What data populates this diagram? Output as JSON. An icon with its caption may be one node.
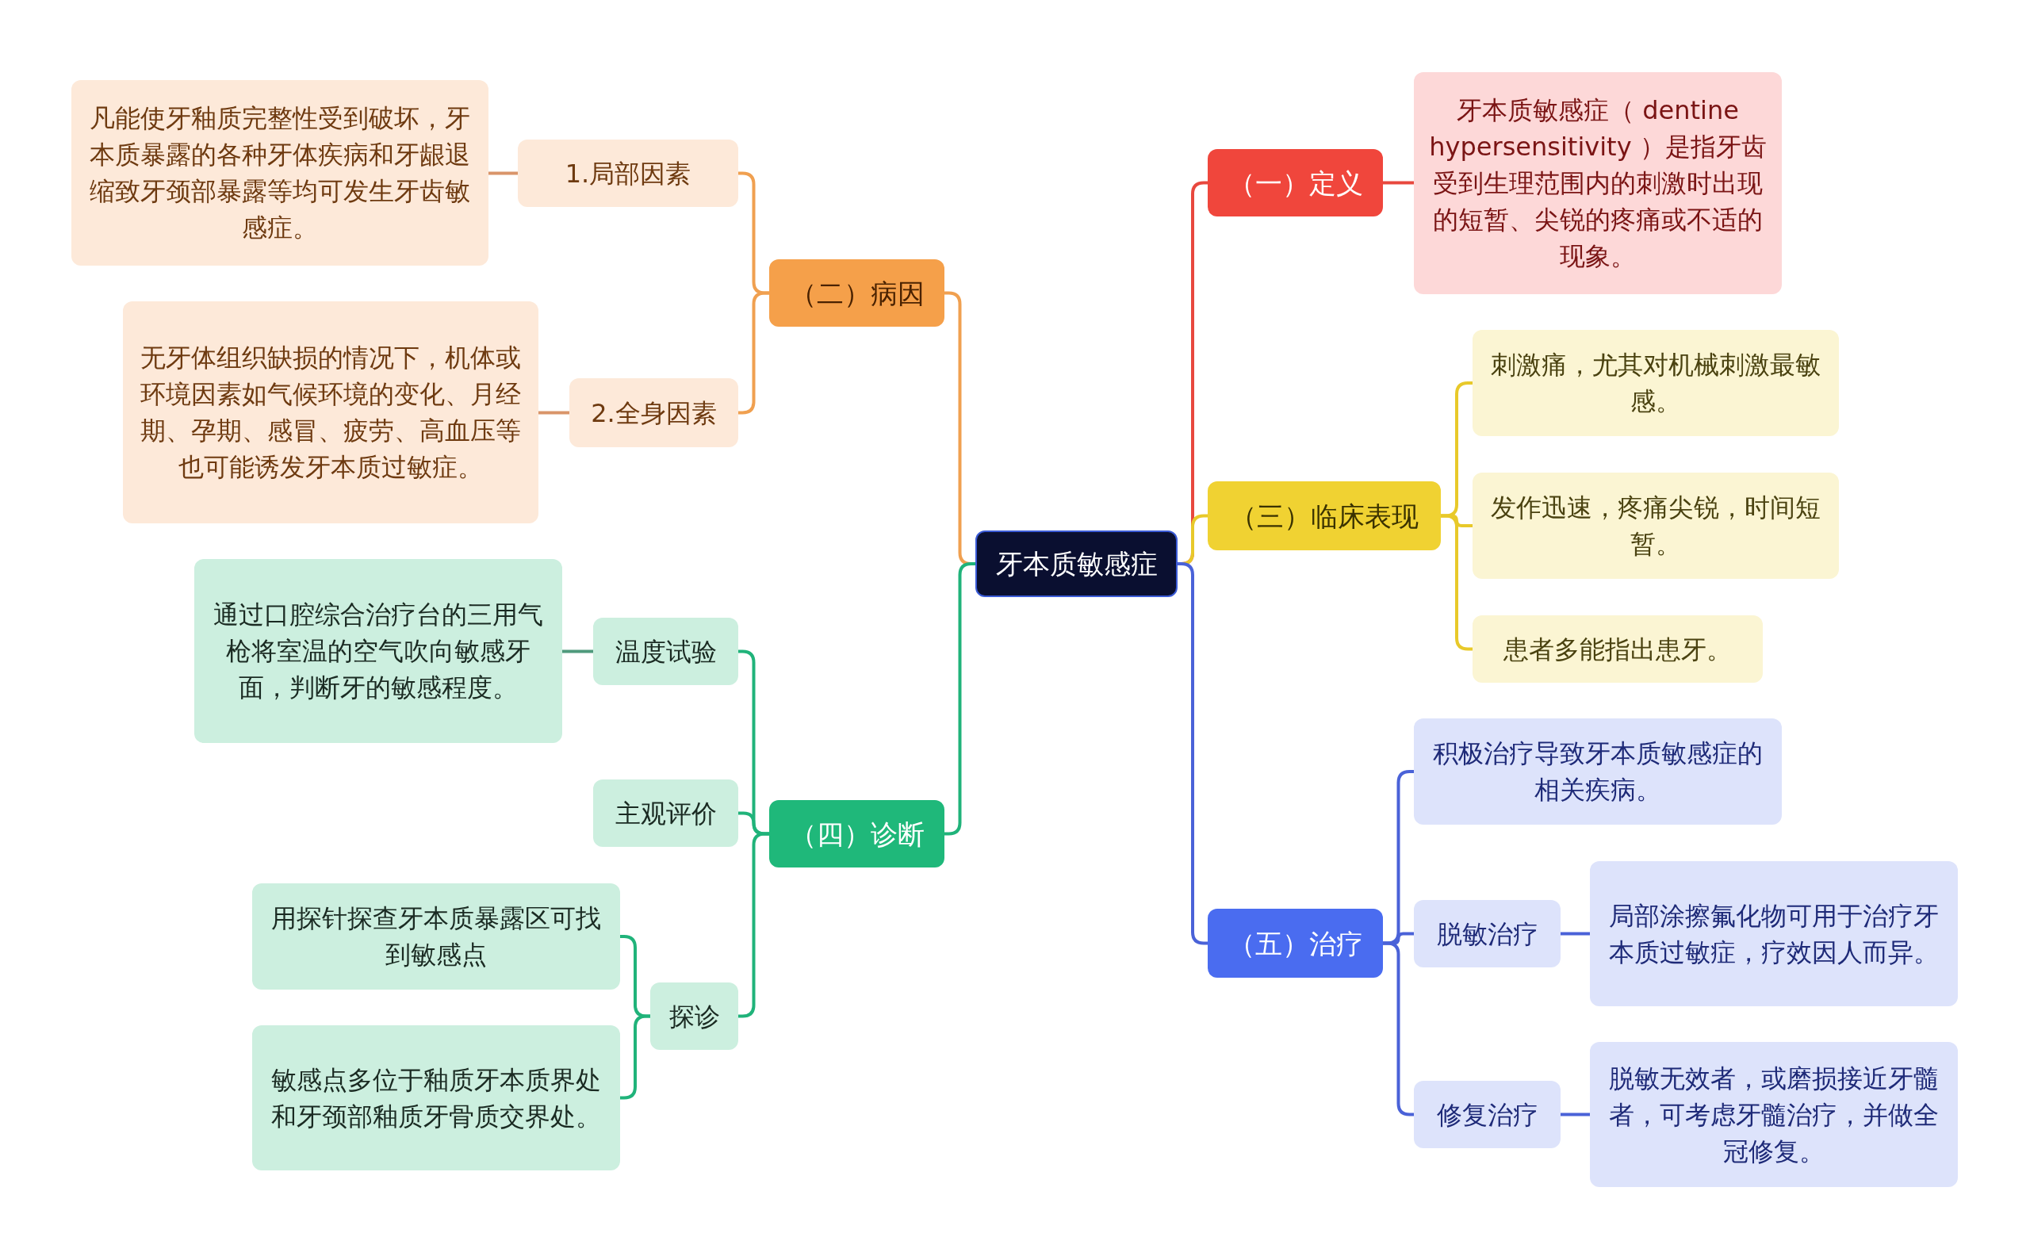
{
  "diagram": {
    "nodes": [
      {
        "text": [
          "牙本质敏感症"
        ]
      },
      {
        "text": [
          "（一）定义"
        ]
      },
      {
        "text": [
          "牙本质敏感症（ dentine hypersensitivity ）是指牙齿受到生理范围内的刺激时出现的短暂、尖锐的疼痛或不适的现象。"
        ]
      },
      {
        "text": [
          "（三）临床表现"
        ]
      },
      {
        "text": [
          "刺激痛，尤其对机械刺激最敏感。"
        ]
      },
      {
        "text": [
          "发作迅速，疼痛尖锐，时间短暂。"
        ]
      },
      {
        "text": [
          "患者多能指出患牙。"
        ]
      },
      {
        "text": [
          "（五）治疗"
        ]
      },
      {
        "text": [
          "积极治疗导致牙本质敏感症的相关疾病。"
        ]
      },
      {
        "text": [
          "脱敏治疗"
        ]
      },
      {
        "text": [
          "局部涂擦氟化物可用于治疗牙本质过敏症，疗效因人而异。"
        ]
      },
      {
        "text": [
          "修复治疗"
        ]
      },
      {
        "text": [
          "脱敏无效者，或磨损接近牙髓者，可考虑牙髓治疗，并做全冠修复。"
        ]
      },
      {
        "text": [
          "（二）病因"
        ]
      },
      {
        "text": [
          "1.局部因素"
        ]
      },
      {
        "text": [
          "凡能使牙釉质完整性受到破坏，牙本质暴露的各种牙体疾病和牙龈退缩致牙颈部暴露等均可发生牙齿敏感症。"
        ]
      },
      {
        "text": [
          "2.全身因素"
        ]
      },
      {
        "text": [
          "无牙体组织缺损的情况下，机体或环境因素如气候环境的变化、月经期、孕期、感冒、疲劳、高血压等也可能诱发牙本质过敏症。"
        ]
      },
      {
        "text": [
          "（四）诊断"
        ]
      },
      {
        "text": [
          "温度试验"
        ]
      },
      {
        "text": [
          "通过口腔综合治疗台的三用气枪将室温的空气吹向敏感牙面，判断牙的敏感程度。"
        ]
      },
      {
        "text": [
          "主观评价"
        ]
      },
      {
        "text": [
          "探诊"
        ]
      },
      {
        "text": [
          "用探针探查牙本质暴露区可找到敏感点"
        ]
      },
      {
        "text": [
          "敏感点多位于釉质牙本质界处和牙颈部釉质牙骨质交界处。"
        ]
      }
    ],
    "edges": [
      {
        "from": 0,
        "to": 1,
        "arrow": "none",
        "color": "#e8483e"
      },
      {
        "from": 1,
        "to": 2,
        "arrow": "none",
        "color": "#e8483e"
      },
      {
        "from": 0,
        "to": 3,
        "arrow": "none",
        "color": "#e8c92a"
      },
      {
        "from": 3,
        "to": 4,
        "arrow": "none",
        "color": "#e8c92a"
      },
      {
        "from": 3,
        "to": 5,
        "arrow": "none",
        "color": "#e8c92a"
      },
      {
        "from": 3,
        "to": 6,
        "arrow": "none",
        "color": "#e8c92a"
      },
      {
        "from": 0,
        "to": 7,
        "arrow": "none",
        "color": "#4a62d8"
      },
      {
        "from": 7,
        "to": 8,
        "arrow": "none",
        "color": "#4a62d8"
      },
      {
        "from": 7,
        "to": 9,
        "arrow": "none",
        "color": "#4a62d8"
      },
      {
        "from": 9,
        "to": 10,
        "arrow": "none",
        "color": "#4a62d8"
      },
      {
        "from": 7,
        "to": 11,
        "arrow": "none",
        "color": "#4a62d8"
      },
      {
        "from": 11,
        "to": 12,
        "arrow": "none",
        "color": "#4a62d8"
      },
      {
        "from": 0,
        "to": 13,
        "arrow": "none",
        "color": "#f0a050"
      },
      {
        "from": 13,
        "to": 14,
        "arrow": "none",
        "color": "#f0a050"
      },
      {
        "from": 14,
        "to": 15,
        "arrow": "none",
        "color": "#d9956a"
      },
      {
        "from": 13,
        "to": 16,
        "arrow": "none",
        "color": "#f0a050"
      },
      {
        "from": 16,
        "to": 17,
        "arrow": "none",
        "color": "#d9956a"
      },
      {
        "from": 0,
        "to": 18,
        "arrow": "none",
        "color": "#20b37a"
      },
      {
        "from": 18,
        "to": 19,
        "arrow": "none",
        "color": "#20b37a"
      },
      {
        "from": 19,
        "to": 20,
        "arrow": "none",
        "color": "#4f9a7c"
      },
      {
        "from": 18,
        "to": 21,
        "arrow": "none",
        "color": "#20b37a"
      },
      {
        "from": 18,
        "to": 22,
        "arrow": "none",
        "color": "#20b37a"
      },
      {
        "from": 22,
        "to": 23,
        "arrow": "none",
        "color": "#20b37a"
      },
      {
        "from": 22,
        "to": 24,
        "arrow": "none",
        "color": "#20b37a"
      }
    ]
  }
}
